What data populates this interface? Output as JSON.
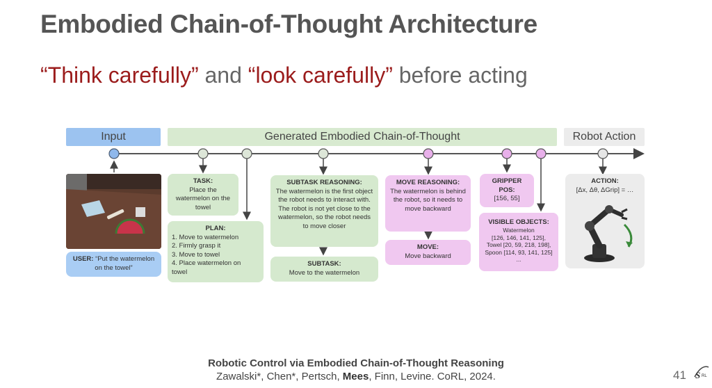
{
  "slide": {
    "title": "Embodied Chain-of-Thought Architecture",
    "subtitle_q1": "“Think carefully”",
    "subtitle_and": " and ",
    "subtitle_q2": "“look carefully”",
    "subtitle_rest": " before acting",
    "page_number": "41",
    "logo_text": "SRL"
  },
  "headers": {
    "input": "Input",
    "cot": "Generated Embodied Chain-of-Thought",
    "robot": "Robot Action"
  },
  "user_box": {
    "head": "USER:",
    "text": " “Put the watermelon on the towel”"
  },
  "task": {
    "head": "TASK:",
    "text": "Place the watermelon on the towel"
  },
  "plan": {
    "head": "PLAN:",
    "items": [
      "1. Move to watermelon",
      "2. Firmly grasp it",
      "3. Move to towel",
      "4. Place watermelon on",
      "towel"
    ]
  },
  "subtask_reasoning": {
    "head": "SUBTASK REASONING:",
    "text": "The watermelon is the first object the robot needs to interact with. The robot is not yet close to the watermelon, so the robot needs to move closer"
  },
  "subtask": {
    "head": "SUBTASK:",
    "text": "Move to the watermelon"
  },
  "move_reasoning": {
    "head": "MOVE REASONING:",
    "text": "The watermelon is behind the robot, so it needs to move backward"
  },
  "move": {
    "head": "MOVE:",
    "text": "Move backward"
  },
  "gripper": {
    "head": "GRIPPER POS:",
    "text": "[156, 55]"
  },
  "visible_objects": {
    "head": "VISIBLE OBJECTS:",
    "lines": [
      "Watermelon",
      "[126, 146, 141, 125],",
      "Towel [20, 59, 218, 198],",
      "Spoon [114, 93, 141, 125]",
      "..."
    ]
  },
  "action": {
    "head": "ACTION:",
    "text": "[Δx, Δθ, ΔGrip] = …"
  },
  "footer": {
    "title": "Robotic Control via Embodied Chain-of-Thought Reasoning",
    "authors_before": "Zawalski*, Chen*, Pertsch, ",
    "authors_bold": "Mees",
    "authors_after": ", Finn, Levine. CoRL, 2024."
  },
  "colors": {
    "input": "#9cc3f0",
    "cot": "#d8ead0",
    "robot": "#ececec",
    "green_box": "#d5e9ce",
    "pink_box": "#f0c8f0",
    "blue_node": "#8fb8ec",
    "green_node": "#dde6d8",
    "pink_node": "#e8b0ea",
    "accent_red": "#9b1c1c"
  }
}
